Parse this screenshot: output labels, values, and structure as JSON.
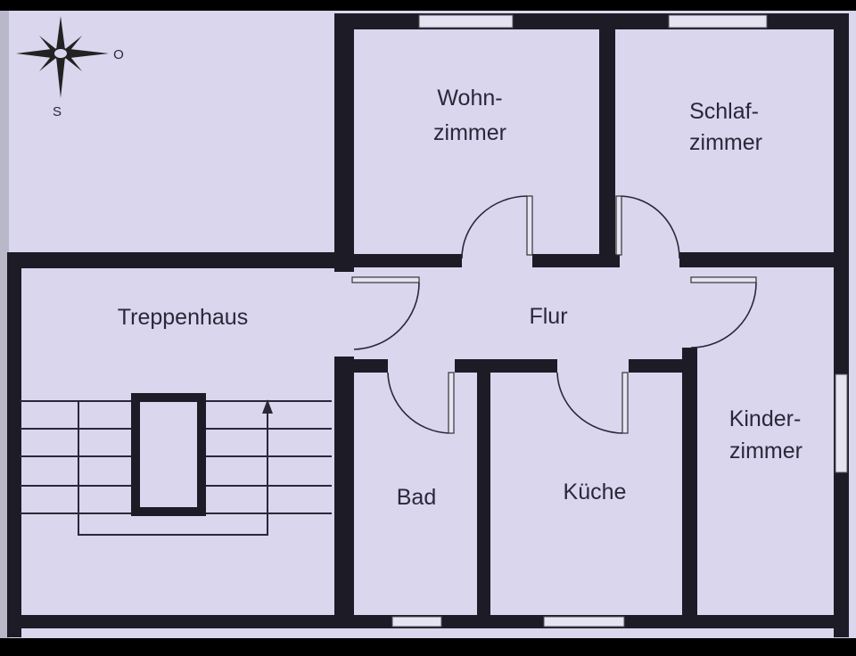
{
  "compass": {
    "north_label": "O",
    "south_label": "S"
  },
  "rooms": {
    "wohnzimmer": [
      "Wohn-",
      "zimmer"
    ],
    "schlafzimmer": [
      "Schlaf-",
      "zimmer"
    ],
    "treppenhaus": "Treppenhaus",
    "flur": "Flur",
    "kinderzimmer": [
      "Kinder-",
      "zimmer"
    ],
    "bad": "Bad",
    "kueche": "Küche"
  }
}
